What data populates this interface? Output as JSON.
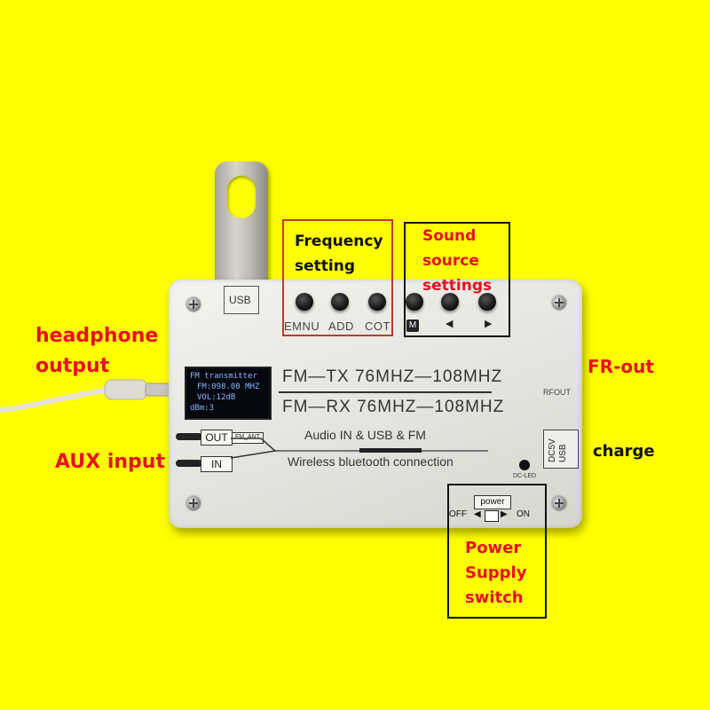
{
  "callouts": {
    "frequency_line1": "Frequency",
    "frequency_line2": "setting",
    "sound_line1": "Sound",
    "sound_line2": "source",
    "sound_line3": "settings",
    "headphone_line1": "headphone",
    "headphone_line2": "output",
    "aux": "AUX input",
    "fr_out": "FR-out",
    "charge": "charge",
    "power_line1": "Power",
    "power_line2": "Supply",
    "power_line3": "switch"
  },
  "device": {
    "usb_port": "USB",
    "buttons": {
      "menu": "EMNU",
      "add": "ADD",
      "cot": "COT",
      "m": "M",
      "prev": "◀",
      "next": "▶"
    },
    "oled": {
      "line1": "FM transmitter",
      "line2": "FM:098.00 MHZ",
      "line3": "VOL:12dB",
      "line4": "dBm:3"
    },
    "fm_tx": "FM—TX  76MHZ—108MHZ",
    "fm_rx": "FM—RX  76MHZ—108MHZ",
    "jack_out": "OUT",
    "jack_in": "IN",
    "fm_ant": "FM_ANT",
    "audio_line": "Audio  IN & USB &  FM",
    "bt_line": "Wireless bluetooth connection",
    "rfout": "RFOUT",
    "dc5v": "DC5V",
    "usb_side": "USB",
    "dc_led": "DC-LED",
    "power_label": "power",
    "off": "OFF",
    "on": "ON"
  },
  "colors": {
    "background": "#ffff00",
    "callout_red": "#e8101a",
    "frame_red": "#c0392b",
    "frame_black": "#111111"
  }
}
